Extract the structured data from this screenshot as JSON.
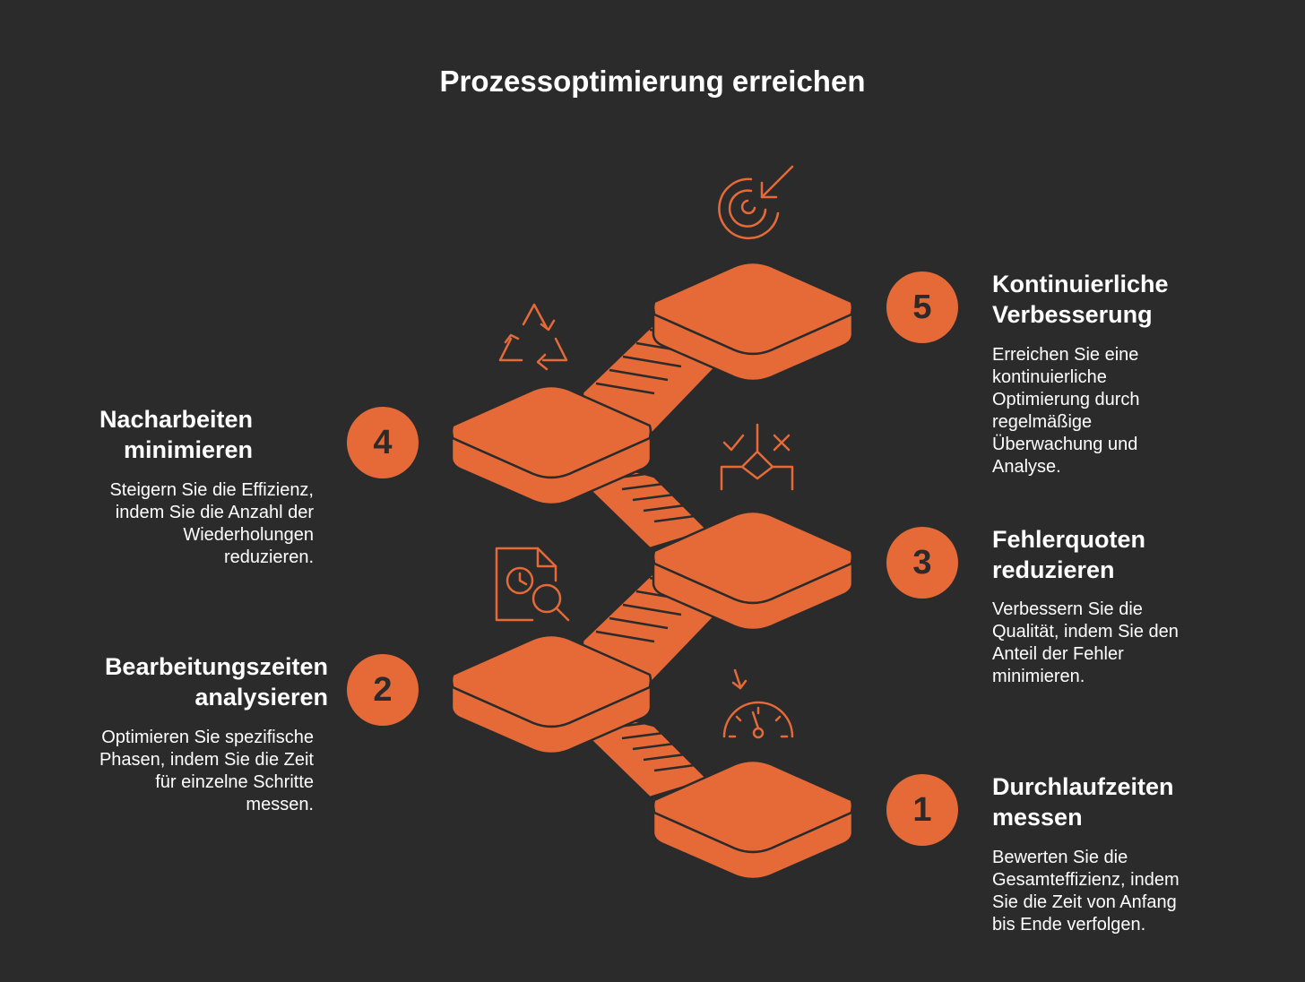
{
  "title": "Prozessoptimierung erreichen",
  "colors": {
    "background": "#2b2b2b",
    "accent": "#e56a38",
    "text": "#ffffff",
    "outline": "#2b2b2b"
  },
  "steps": [
    {
      "number": "1",
      "heading": "Durchlaufzeiten messen",
      "description": "Bewerten Sie die Gesamteffizienz, indem Sie die Zeit von Anfang bis Ende verfolgen.",
      "icon": "speedometer-icon"
    },
    {
      "number": "2",
      "heading": "Bearbeitungszeiten analysieren",
      "description": "Optimieren Sie spezifische Phasen, indem Sie die Zeit für einzelne Schritte messen.",
      "icon": "time-analysis-icon"
    },
    {
      "number": "3",
      "heading": "Fehlerquoten reduzieren",
      "description": "Verbessern Sie die Qualität, indem Sie den Anteil der Fehler minimieren.",
      "icon": "decision-check-icon"
    },
    {
      "number": "4",
      "heading": "Nacharbeiten minimieren",
      "description": "Steigern Sie die Effizienz, indem Sie die Anzahl der Wiederholungen reduzieren.",
      "icon": "recycle-icon"
    },
    {
      "number": "5",
      "heading": "Kontinuierliche Verbesserung",
      "description": "Erreichen Sie eine kontinuierliche Optimierung durch regelmäßige Überwachung und Analyse.",
      "icon": "target-icon"
    }
  ]
}
